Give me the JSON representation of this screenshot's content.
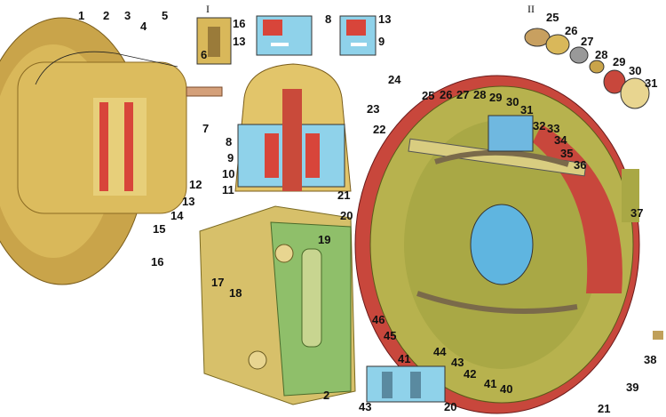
{
  "title": "Disc and drum brake assemblies",
  "colors": {
    "body": "#d9b85a",
    "body_dark": "#a9862f",
    "pad": "#d8453a",
    "section": "#8fd2ea",
    "plate": "#b9b04a",
    "shoe": "#c8473c"
  },
  "sections": {
    "inset_I": "I",
    "inset_II": "II"
  },
  "labels": {
    "l1": "1",
    "l2": "2",
    "l3": "3",
    "l4": "4",
    "l5": "5",
    "l6": "6",
    "l7": "7",
    "l8a": "8",
    "l9a": "9",
    "l10": "10",
    "l11": "11",
    "l12": "12",
    "l13a": "13",
    "l14": "14",
    "l15": "15",
    "l16a": "16",
    "l16b": "16",
    "l13b": "13",
    "l8b": "8",
    "l13c": "13",
    "l9b": "9",
    "l17": "17",
    "l18": "18",
    "l19": "19",
    "l2b": "2",
    "r25a": "25",
    "r26a": "26",
    "r27a": "27",
    "r28a": "28",
    "r29a": "29",
    "r30a": "30",
    "r31a": "31",
    "r24": "24",
    "r25": "25",
    "r26": "26",
    "r27": "27",
    "r28": "28",
    "r29": "29",
    "r30": "30",
    "r31": "31",
    "r32": "32",
    "r33": "33",
    "r34": "34",
    "r35": "35",
    "r36": "36",
    "r23": "23",
    "r22": "22",
    "r21": "21",
    "r20": "20",
    "r37": "37",
    "r46": "46",
    "r45": "45",
    "r44": "44",
    "r43": "43",
    "r42": "42",
    "r41": "41",
    "r40": "40",
    "r38": "38",
    "r39": "39",
    "r21b": "21",
    "r41b": "41",
    "r43b": "43",
    "r20b": "20"
  }
}
